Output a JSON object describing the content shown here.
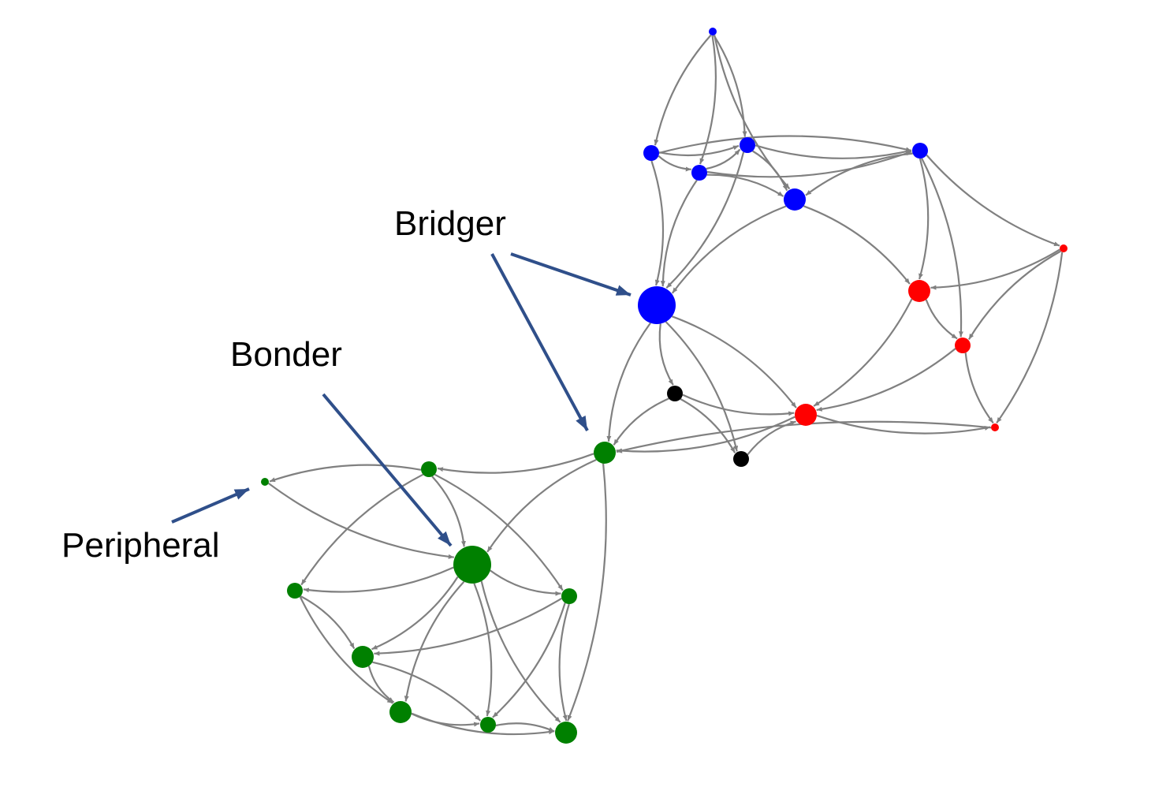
{
  "labels": {
    "bridger": "Bridger",
    "bonder": "Bonder",
    "peripheral": "Peripheral"
  },
  "colors": {
    "blue": "#0000ff",
    "red": "#ff0000",
    "green": "#008000",
    "black": "#000000",
    "edge": "#808080",
    "pointer": "#2f4f8a"
  },
  "nodes": [
    {
      "id": "B0",
      "group": "blue",
      "size": "tiny"
    },
    {
      "id": "B1",
      "group": "blue",
      "size": "small"
    },
    {
      "id": "B2",
      "group": "blue",
      "size": "small"
    },
    {
      "id": "B3",
      "group": "blue",
      "size": "small"
    },
    {
      "id": "B4",
      "group": "blue",
      "size": "small"
    },
    {
      "id": "B5",
      "group": "blue",
      "size": "medium"
    },
    {
      "id": "B6",
      "group": "blue",
      "size": "large",
      "role": "bridger"
    },
    {
      "id": "R1",
      "group": "red",
      "size": "tiny"
    },
    {
      "id": "R2",
      "group": "red",
      "size": "medium"
    },
    {
      "id": "R3",
      "group": "red",
      "size": "small"
    },
    {
      "id": "R4",
      "group": "red",
      "size": "medium"
    },
    {
      "id": "R5",
      "group": "red",
      "size": "tiny"
    },
    {
      "id": "K1",
      "group": "black",
      "size": "small"
    },
    {
      "id": "K2",
      "group": "black",
      "size": "small"
    },
    {
      "id": "G1",
      "group": "green",
      "size": "medium",
      "role": "bridger"
    },
    {
      "id": "G2",
      "group": "green",
      "size": "small"
    },
    {
      "id": "G3",
      "group": "green",
      "size": "tiny",
      "role": "peripheral"
    },
    {
      "id": "G4",
      "group": "green",
      "size": "large",
      "role": "bonder"
    },
    {
      "id": "G5",
      "group": "green",
      "size": "small"
    },
    {
      "id": "G6",
      "group": "green",
      "size": "small"
    },
    {
      "id": "G7",
      "group": "green",
      "size": "medium"
    },
    {
      "id": "G8",
      "group": "green",
      "size": "medium"
    },
    {
      "id": "G9",
      "group": "green",
      "size": "small"
    },
    {
      "id": "G10",
      "group": "green",
      "size": "medium"
    }
  ],
  "edges": [
    [
      "B0",
      "B1"
    ],
    [
      "B0",
      "B3"
    ],
    [
      "B0",
      "B5"
    ],
    [
      "B0",
      "B2"
    ],
    [
      "B1",
      "B3"
    ],
    [
      "B1",
      "B4"
    ],
    [
      "B1",
      "B2"
    ],
    [
      "B1",
      "B6"
    ],
    [
      "B2",
      "B3"
    ],
    [
      "B2",
      "B5"
    ],
    [
      "B2",
      "B4"
    ],
    [
      "B3",
      "B5"
    ],
    [
      "B3",
      "B4"
    ],
    [
      "B3",
      "B6"
    ],
    [
      "B4",
      "B5"
    ],
    [
      "B4",
      "R3"
    ],
    [
      "B4",
      "R1"
    ],
    [
      "B4",
      "R2"
    ],
    [
      "B5",
      "B6"
    ],
    [
      "B5",
      "R2"
    ],
    [
      "B2",
      "B6"
    ],
    [
      "R1",
      "R2"
    ],
    [
      "R1",
      "R3"
    ],
    [
      "R1",
      "R5"
    ],
    [
      "R2",
      "R3"
    ],
    [
      "R2",
      "R4"
    ],
    [
      "R3",
      "R5"
    ],
    [
      "R3",
      "R4"
    ],
    [
      "R4",
      "R5"
    ],
    [
      "B6",
      "R4"
    ],
    [
      "B6",
      "K1"
    ],
    [
      "B6",
      "K2"
    ],
    [
      "B6",
      "G1"
    ],
    [
      "K1",
      "K2"
    ],
    [
      "K1",
      "R4"
    ],
    [
      "K2",
      "R4"
    ],
    [
      "K1",
      "G1"
    ],
    [
      "R4",
      "G1"
    ],
    [
      "R5",
      "G1"
    ],
    [
      "G1",
      "G2"
    ],
    [
      "G1",
      "G4"
    ],
    [
      "G1",
      "G10"
    ],
    [
      "G2",
      "G3"
    ],
    [
      "G2",
      "G4"
    ],
    [
      "G2",
      "G5"
    ],
    [
      "G2",
      "G6"
    ],
    [
      "G3",
      "G4"
    ],
    [
      "G4",
      "G5"
    ],
    [
      "G4",
      "G6"
    ],
    [
      "G4",
      "G7"
    ],
    [
      "G4",
      "G8"
    ],
    [
      "G4",
      "G9"
    ],
    [
      "G4",
      "G10"
    ],
    [
      "G5",
      "G7"
    ],
    [
      "G5",
      "G8"
    ],
    [
      "G6",
      "G7"
    ],
    [
      "G6",
      "G10"
    ],
    [
      "G6",
      "G9"
    ],
    [
      "G7",
      "G8"
    ],
    [
      "G7",
      "G9"
    ],
    [
      "G8",
      "G9"
    ],
    [
      "G9",
      "G10"
    ],
    [
      "G8",
      "G10"
    ]
  ]
}
